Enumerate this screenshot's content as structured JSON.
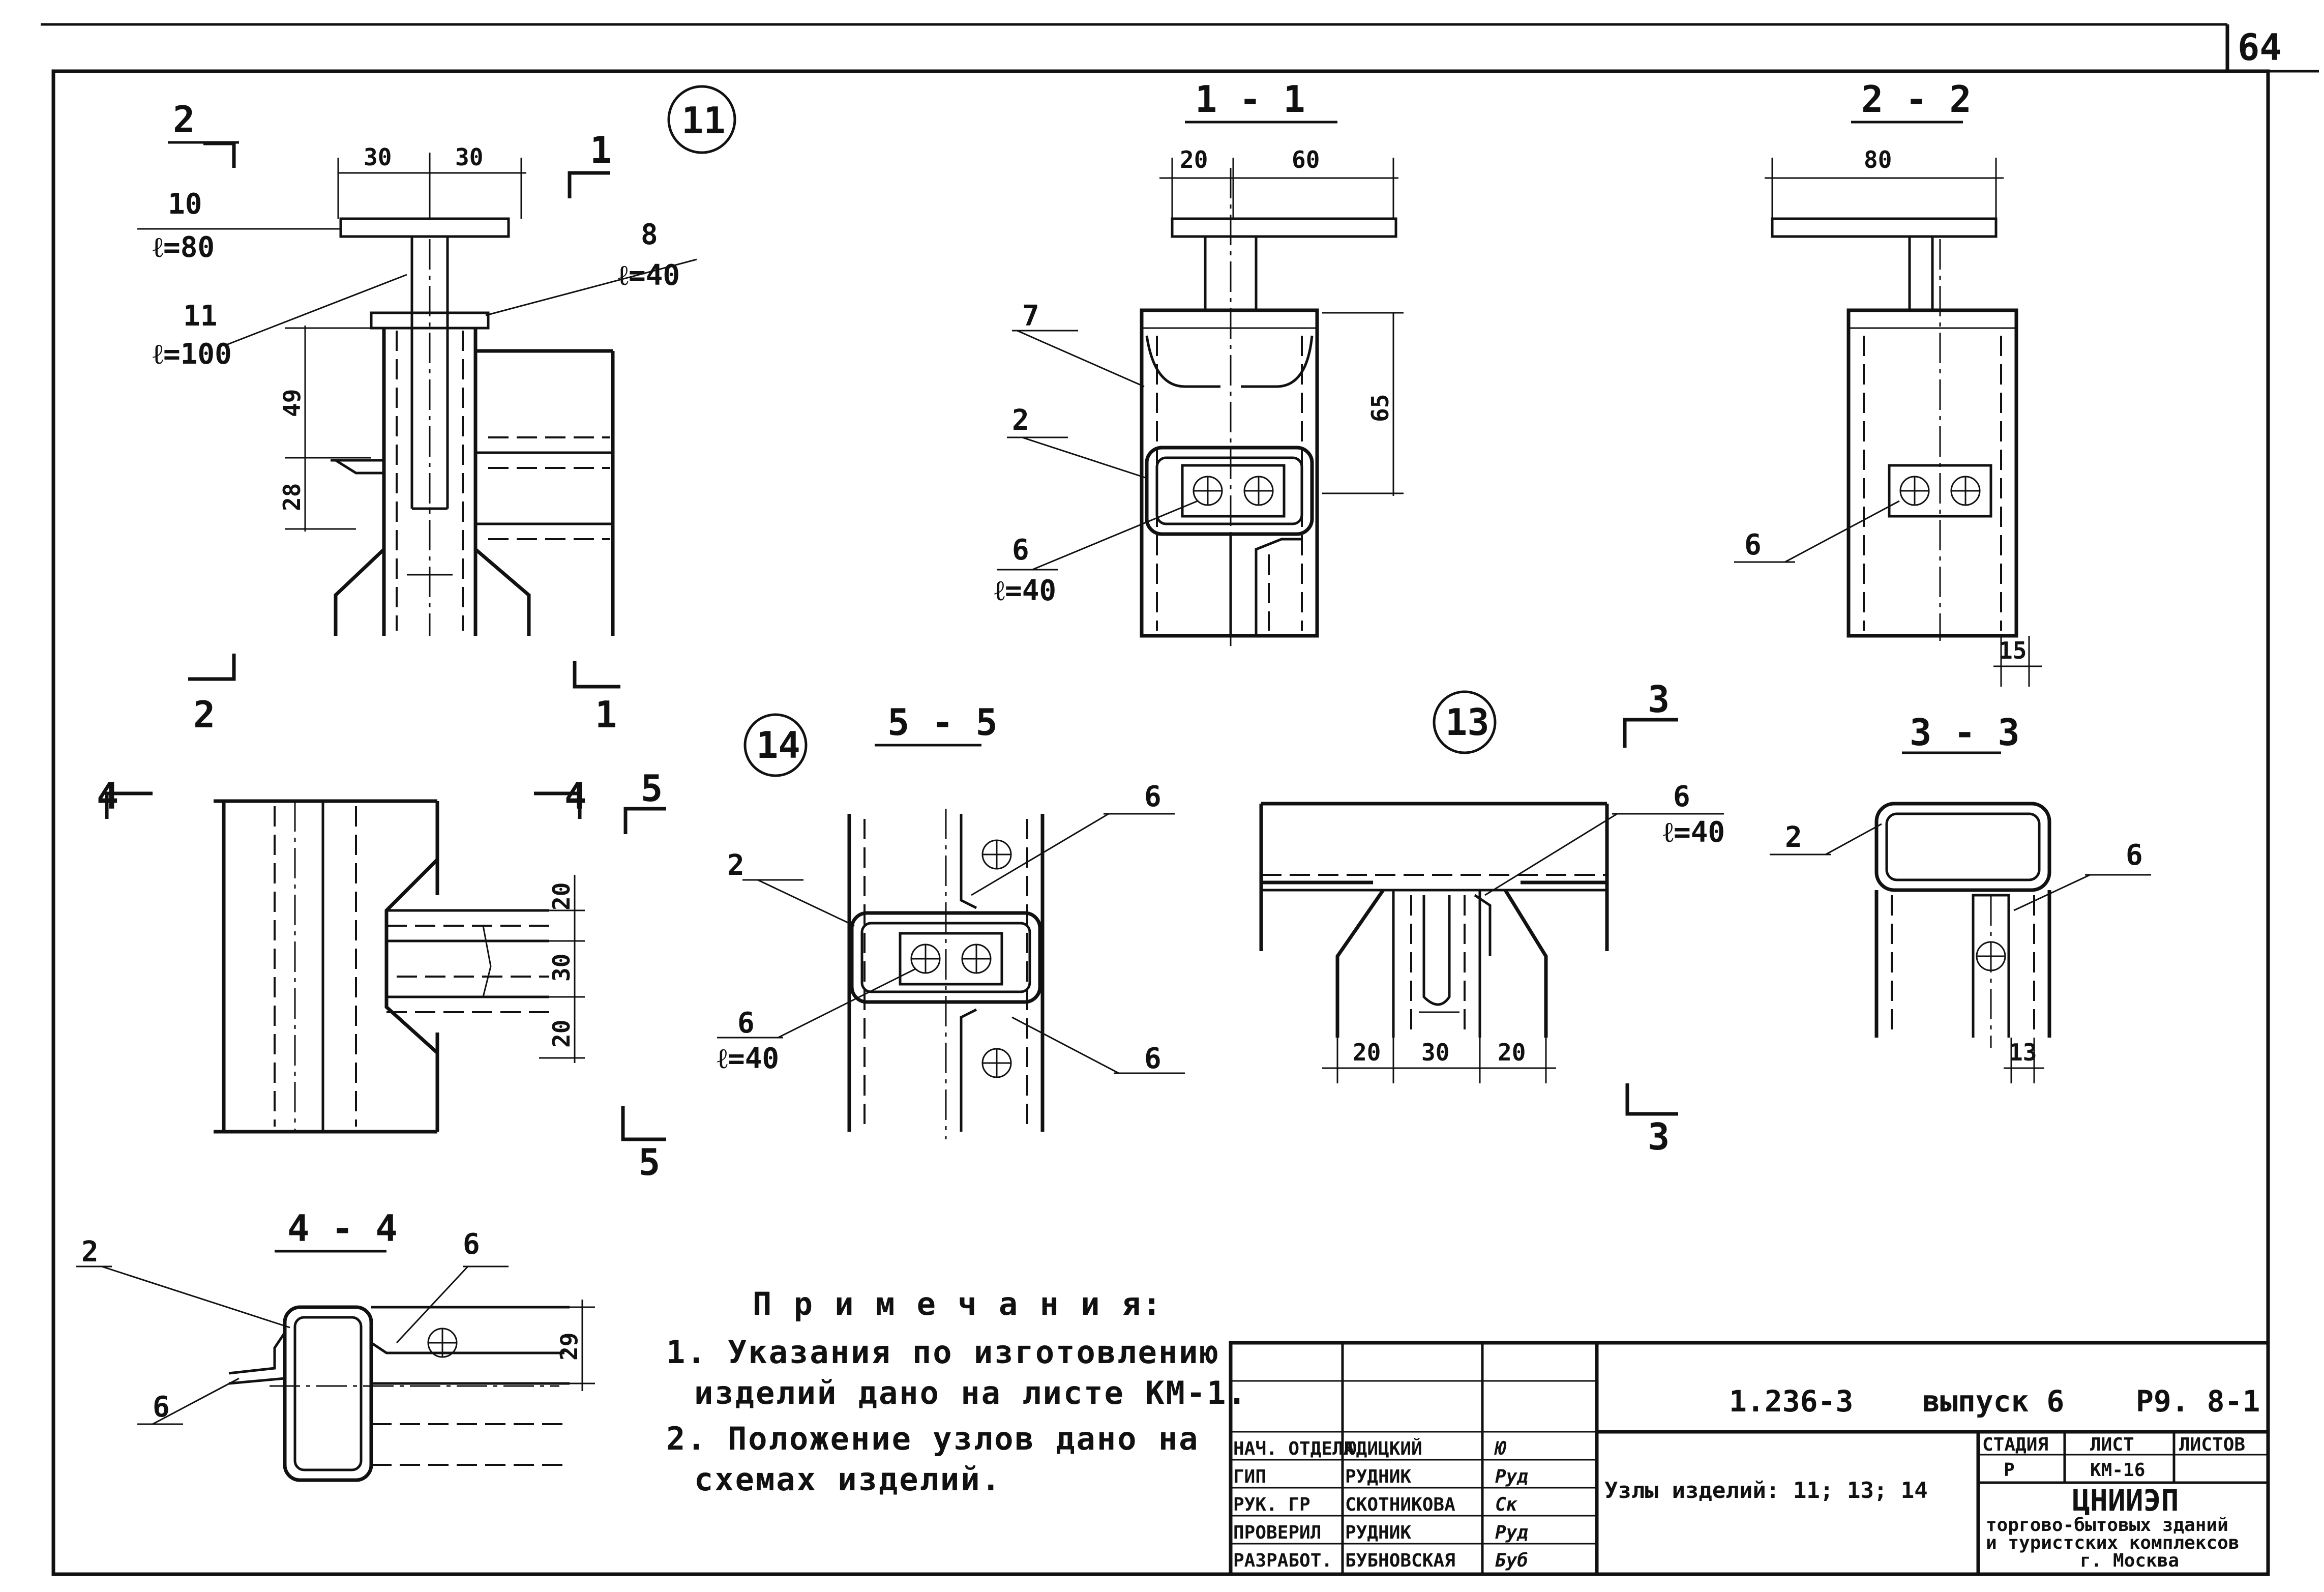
{
  "sheet_number": "64",
  "views": {
    "node11": {
      "circle": "11",
      "cut2_top": "2",
      "cut2_bottom": "2",
      "cut1_top": "1",
      "cut1_bottom": "1",
      "dim_a": "30",
      "dim_b": "30",
      "pos10": "10",
      "pos10_len": "ℓ=80",
      "pos8": "8",
      "pos8_len": "ℓ=40",
      "pos11": "11",
      "pos11_len": "ℓ=100",
      "dim_49": "49",
      "dim_28": "28"
    },
    "section11": {
      "title": "1 - 1",
      "dim_20": "20",
      "dim_60": "60",
      "dim_65": "65",
      "pos7": "7",
      "pos2": "2",
      "pos6": "6",
      "pos6_len": "ℓ=40"
    },
    "section22": {
      "title": "2 - 2",
      "dim_80": "80",
      "pos6": "6",
      "dim_15": "15"
    },
    "node14": {
      "cut4_left": "4",
      "cut4_right": "4",
      "cut5_top": "5",
      "cut5_bottom": "5",
      "dim_20a": "20",
      "dim_30": "30",
      "dim_20b": "20"
    },
    "section55": {
      "circle": "14",
      "title": "5 - 5",
      "pos2": "2",
      "pos6a": "6",
      "pos6b": "6",
      "pos6c": "6",
      "pos6c_len": "ℓ=40"
    },
    "node13": {
      "circle": "13",
      "cut3_top": "3",
      "cut3_bottom": "3",
      "pos6": "6",
      "pos6_len": "ℓ=40",
      "dim_20a": "20",
      "dim_30": "30",
      "dim_20b": "20"
    },
    "section33": {
      "title": "3 - 3",
      "pos2": "2",
      "pos6": "6",
      "dim_13": "13"
    },
    "section44": {
      "title": "4 - 4",
      "pos2": "2",
      "pos6a": "6",
      "pos6b": "6",
      "dim_29": "29"
    }
  },
  "notes": {
    "heading": "П р и м е ч а н и я:",
    "line1": "1. Указания по изготовлению",
    "line1b": "изделий дано на листе КМ-1.",
    "line2": "2. Положение узлов дано на",
    "line2b": "схемах изделий."
  },
  "title_block": {
    "doc_code": "1.236-3",
    "issue": "выпуск 6",
    "rev": "Р9. 8-1",
    "title": "Узлы изделий: 11; 13; 14",
    "stage_hdr": "СТАДИЯ",
    "sheet_hdr": "ЛИСТ",
    "sheets_hdr": "ЛИСТОВ",
    "stage": "Р",
    "sheet": "КМ-16",
    "sheets": "",
    "org": "ЦНИИЭП",
    "org_l2": "торгово-бытовых зданий",
    "org_l3": "и туристских комплексов",
    "org_l4": "г. Москва",
    "staff": [
      {
        "role": "НАЧ. ОТДЕЛА",
        "name": "ЮДИЦКИЙ",
        "sign": "Ю"
      },
      {
        "role": "ГИП",
        "name": "РУДНИК",
        "sign": "Руд"
      },
      {
        "role": "РУК. ГР",
        "name": "СКОТНИКОВА",
        "sign": "Ск"
      },
      {
        "role": "ПРОВЕРИЛ",
        "name": "РУДНИК",
        "sign": "Руд"
      },
      {
        "role": "РАЗРАБОТ.",
        "name": "БУБНОВСКАЯ",
        "sign": "Буб"
      }
    ]
  }
}
